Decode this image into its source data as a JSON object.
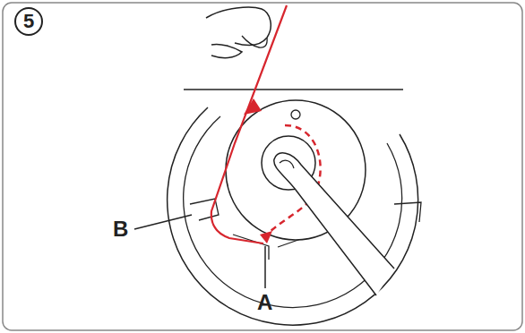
{
  "diagram": {
    "nodes": [
      {
        "text": [
          "5"
        ]
      }
    ],
    "labels": [
      "A",
      "B"
    ]
  }
}
